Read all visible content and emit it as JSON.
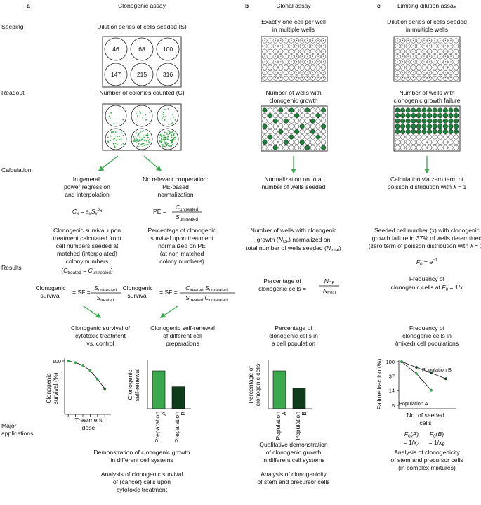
{
  "panels": {
    "a": {
      "letter": "a",
      "title": "Clonogenic assay"
    },
    "b": {
      "letter": "b",
      "title": "Clonal assay"
    },
    "c": {
      "letter": "c",
      "title": "Limiting dilution assay"
    }
  },
  "row_labels": {
    "seeding": "Seeding",
    "readout": "Readout",
    "calculation": "Calculation",
    "results": "Results",
    "major_applications": [
      "Major",
      "applications"
    ]
  },
  "seeding": {
    "a": {
      "text": "Dilution series of cells seeded (S)",
      "wells": [
        "46",
        "68",
        "100",
        "147",
        "215",
        "316"
      ]
    },
    "b": {
      "lines": [
        "Exactly one cell per well",
        "in multiple wells"
      ]
    },
    "c": {
      "lines": [
        "Dilution series of cells seeded",
        "in multiple wells"
      ]
    }
  },
  "readout": {
    "a": {
      "text": "Number of colonies counted (C)"
    },
    "b": {
      "lines": [
        "Number of wells with",
        "clonogenic growth"
      ]
    },
    "c": {
      "lines": [
        "Number of wells with",
        "clonogenic growth failure"
      ]
    }
  },
  "calculation": {
    "a_left": {
      "lines": [
        "In general:",
        "power regression",
        "and interpolation"
      ],
      "formula": "Cx = axSx^bx",
      "desc": [
        "Clonogenic survival upon",
        "treatment calculated from",
        "cell numbers seeded at",
        "matched (interpolated)",
        "colony numbers",
        "(Ctreated = Cuntreated)"
      ],
      "sf_label": [
        "Clonogenic",
        "survival"
      ],
      "sf_formula": "SF = Suntreated / Streated"
    },
    "a_right": {
      "lines": [
        "No relevant cooperation:",
        "PE-based",
        "normalization"
      ],
      "formula": "PE = Cuntreated / Suntreated",
      "desc": [
        "Percentage of clonogenic",
        "survival upon treatment",
        "normalized on PE",
        "(at non-matched",
        "colony numbers)"
      ],
      "sf_label": [
        "Clonogenic",
        "survival"
      ],
      "sf_formula": "SF = Ctreated Suntreated / Streated Cuntreated"
    },
    "b": {
      "lines": [
        "Normalization on total",
        "number of wells seeded"
      ],
      "desc": [
        "Number of wells with clonogenic",
        "growth (NCF) normalized on",
        "total number of wells seeded (Ntotal)"
      ],
      "pct_label": [
        "Percentage of",
        "clonogenic cells"
      ],
      "pct_formula": "NCF / Ntotal"
    },
    "c": {
      "lines": [
        "Calculation via zero term of",
        "poisson distribution with λ = 1"
      ],
      "desc": [
        "Seeded cell number (x) with clonogenic",
        "growth failure in 37% of wells determined",
        "(zero term of poisson distribution with λ = 1)"
      ],
      "formula": "F0 = e^-1",
      "freq": [
        "Frequency of",
        "clonogenic cells at F0 = 1/x"
      ]
    }
  },
  "results": {
    "a_left": {
      "title": [
        "Clonogenic survival of",
        "cytotoxic treatment",
        "vs. control"
      ]
    },
    "a_right": {
      "title": [
        "Clonogenic self-renewal",
        "of different cell",
        "preparations"
      ]
    },
    "b": {
      "title": [
        "Percentage of",
        "clonogenic cells in",
        "a cell population"
      ]
    },
    "c": {
      "title": [
        "Frequency of",
        "clonogenic cells in",
        "(mixed) cell populations"
      ]
    }
  },
  "chart_data": [
    {
      "type": "line",
      "ylabel": "Clonogenic survival (%)",
      "xlabel": "Treatment dose",
      "y_tick_labels": [
        "100"
      ],
      "x": [
        1,
        2,
        3,
        4,
        5,
        6
      ],
      "series": [
        {
          "values": [
            100,
            97,
            92,
            82,
            66,
            48
          ]
        }
      ],
      "color": "#1f5f32"
    },
    {
      "type": "bar",
      "ylabel": "Clonogenic self-renewal",
      "categories": [
        "Preparation A",
        "Preparation B"
      ],
      "values": [
        100,
        58
      ],
      "colors": [
        "#3aa84d",
        "#0e3b1a"
      ]
    },
    {
      "type": "bar",
      "ylabel": "Percentage of clonogenic cells",
      "categories": [
        "Population A",
        "Population B"
      ],
      "values": [
        100,
        55
      ],
      "colors": [
        "#3aa84d",
        "#0e3b1a"
      ]
    },
    {
      "type": "line",
      "ylabel": "Failure fraction (%)",
      "xlabel": "No. of seeded cells",
      "y_tick_labels": [
        "100",
        "37",
        "14",
        "5"
      ],
      "log_y": true,
      "series": [
        {
          "name": "Population B",
          "x": [
            0,
            1,
            2,
            3
          ],
          "values": [
            100,
            68,
            46,
            31
          ]
        },
        {
          "name": "Population A",
          "x": [
            0,
            1,
            2
          ],
          "values": [
            100,
            44,
            14
          ]
        }
      ],
      "annotations": [
        "F0(A) = 1/xA",
        "F0(B) = 1/xB"
      ]
    }
  ],
  "applications": {
    "a": [
      "Demonstration of clonogenic growth",
      "in different cell systems",
      "",
      "Analysis of clonogenic survival",
      "of (cancer) cells upon",
      "cytotoxic treatment"
    ],
    "b": [
      "Qualitative demonstration",
      "of clonogenic growth",
      "in different cell systems",
      "",
      "Analysis of clonogenicity",
      "of stem and precursor cells"
    ],
    "c": [
      "Analysis of clonogenicity",
      "of stem and precursor cells",
      "(in complex mixtures)"
    ]
  },
  "colors": {
    "green": "#3aa84d",
    "dark_green": "#0e3b1a",
    "arrow": "#3aa84d"
  }
}
